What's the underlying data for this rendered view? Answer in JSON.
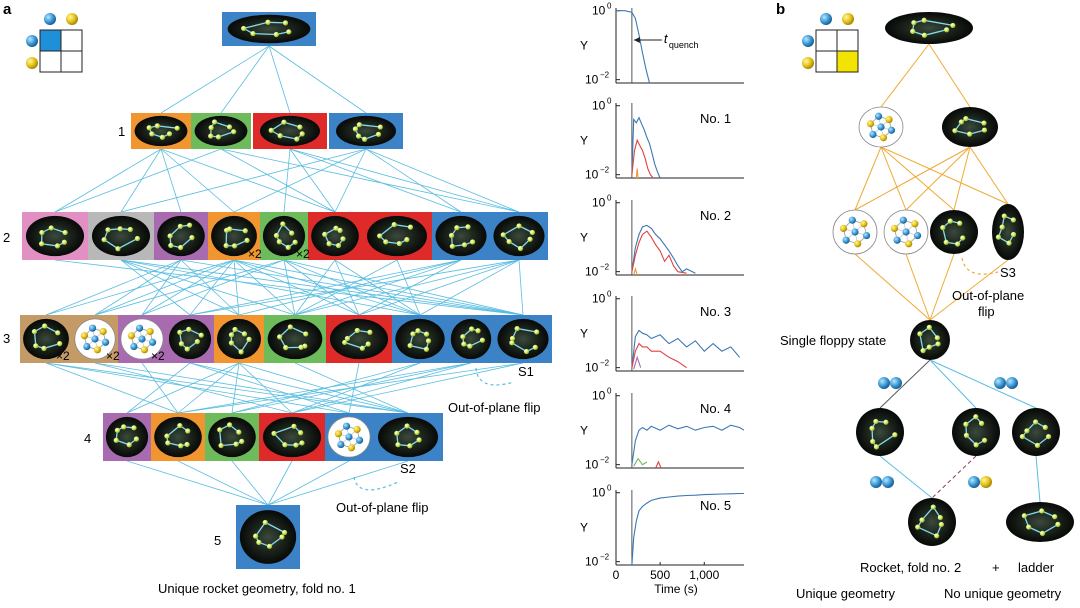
{
  "panel_a": {
    "letter": "a",
    "level_labels": [
      "1",
      "2",
      "3",
      "4",
      "5"
    ],
    "multiplicities": [
      "×2",
      "×2",
      "×2",
      "×2",
      "×2"
    ],
    "state_labels": {
      "s1": "S1",
      "s2": "S2"
    },
    "flip_captions": [
      "Out-of-plane flip",
      "Out-of-plane flip"
    ],
    "caption": "Unique rocket geometry, fold no. 1"
  },
  "panel_b": {
    "letter": "b",
    "state_label": "S3",
    "flip_caption": [
      "Out-of-plane",
      "flip"
    ],
    "floppy_label": "Single floppy state",
    "rocket_label": "Rocket, fold no. 2",
    "plus": "+",
    "ladder_label": "ladder",
    "unique_label": "Unique geometry",
    "no_unique_label": "No unique geometry"
  },
  "colors": {
    "pink": "#e28fc3",
    "gray": "#b8b8b8",
    "purple": "#a86bb0",
    "orange": "#f0952f",
    "green": "#6dbb5a",
    "red": "#df2a2a",
    "blue": "#3b83c6",
    "sand": "#c49a66",
    "edge_blue": "#58bde0",
    "edge_orange": "#efaa35",
    "trace_blue": "#3a78b5",
    "trace_red": "#e04141",
    "yellow_cell": "#f2e400"
  },
  "chart_data": {
    "type": "line",
    "xlabel": "Time (s)",
    "ylabel": "Y",
    "xticks": [
      "0",
      "500",
      "1,000"
    ],
    "xlim": [
      0,
      1450
    ],
    "ylim": [
      0.008,
      1.2
    ],
    "yscale": "log",
    "ytick_labels": [
      "10",
      "0",
      "10",
      "−2"
    ],
    "t_quench": 180,
    "quench_label_main": "t",
    "quench_label_sub": "quench",
    "panels": [
      {
        "label": "",
        "series": [
          {
            "color": "blue",
            "x": [
              0,
              100,
              180,
              220,
              260,
              300,
              340,
              380
            ],
            "y": [
              1.0,
              1.0,
              0.9,
              0.6,
              0.2,
              0.06,
              0.02,
              0.008
            ]
          }
        ]
      },
      {
        "label": "No. 1",
        "series": [
          {
            "color": "blue",
            "x": [
              180,
              200,
              230,
              260,
              290,
              320,
              350,
              380,
              410,
              440,
              470,
              500
            ],
            "y": [
              0.01,
              0.4,
              0.32,
              0.45,
              0.3,
              0.2,
              0.12,
              0.08,
              0.04,
              0.02,
              0.012,
              0.008
            ]
          },
          {
            "color": "red",
            "x": [
              180,
              210,
              240,
              270,
              300,
              330,
              360,
              390,
              420
            ],
            "y": [
              0.01,
              0.05,
              0.1,
              0.07,
              0.05,
              0.03,
              0.015,
              0.01,
              0.008
            ]
          },
          {
            "color": "orange",
            "x": [
              230,
              240,
              250
            ],
            "y": [
              0.008,
              0.015,
              0.008
            ]
          }
        ]
      },
      {
        "label": "No. 2",
        "series": [
          {
            "color": "blue",
            "x": [
              180,
              220,
              260,
              300,
              350,
              400,
              450,
              500,
              550,
              600,
              650,
              700,
              750,
              800,
              900
            ],
            "y": [
              0.01,
              0.05,
              0.12,
              0.2,
              0.22,
              0.18,
              0.12,
              0.09,
              0.06,
              0.04,
              0.025,
              0.015,
              0.01,
              0.012,
              0.009
            ]
          },
          {
            "color": "red",
            "x": [
              180,
              220,
              260,
              300,
              350,
              400,
              450,
              500,
              550,
              600,
              650,
              700,
              800
            ],
            "y": [
              0.01,
              0.03,
              0.07,
              0.12,
              0.15,
              0.1,
              0.06,
              0.04,
              0.02,
              0.03,
              0.015,
              0.01,
              0.009
            ]
          },
          {
            "color": "orange",
            "x": [
              200,
              220,
              240
            ],
            "y": [
              0.008,
              0.012,
              0.008
            ]
          }
        ]
      },
      {
        "label": "No. 3",
        "series": [
          {
            "color": "blue",
            "x": [
              180,
              220,
              260,
              300,
              350,
              400,
              500,
              600,
              700,
              800,
              900,
              1000,
              1100,
              1200,
              1300,
              1400
            ],
            "y": [
              0.01,
              0.08,
              0.12,
              0.1,
              0.09,
              0.07,
              0.09,
              0.05,
              0.07,
              0.04,
              0.06,
              0.03,
              0.05,
              0.03,
              0.04,
              0.02
            ]
          },
          {
            "color": "red",
            "x": [
              180,
              220,
              260,
              300,
              350,
              400,
              500,
              600,
              700,
              800
            ],
            "y": [
              0.01,
              0.03,
              0.05,
              0.04,
              0.04,
              0.03,
              0.03,
              0.02,
              0.015,
              0.01
            ]
          },
          {
            "color": "purple",
            "x": [
              200,
              240,
              280
            ],
            "y": [
              0.009,
              0.02,
              0.01
            ]
          }
        ]
      },
      {
        "label": "No. 4",
        "series": [
          {
            "color": "blue",
            "x": [
              180,
              220,
              260,
              300,
              350,
              400,
              500,
              600,
              700,
              800,
              900,
              1000,
              1100,
              1200,
              1300,
              1400,
              1450
            ],
            "y": [
              0.01,
              0.05,
              0.1,
              0.12,
              0.1,
              0.13,
              0.1,
              0.14,
              0.11,
              0.13,
              0.1,
              0.12,
              0.13,
              0.1,
              0.14,
              0.12,
              0.1
            ]
          },
          {
            "color": "green",
            "x": [
              200,
              250,
              300,
              350
            ],
            "y": [
              0.009,
              0.015,
              0.01,
              0.012
            ]
          },
          {
            "color": "red",
            "x": [
              450,
              480,
              510
            ],
            "y": [
              0.008,
              0.012,
              0.008
            ]
          }
        ]
      },
      {
        "label": "No. 5",
        "series": [
          {
            "color": "blue",
            "x": [
              180,
              200,
              230,
              260,
              300,
              350,
              400,
              500,
              600,
              700,
              800,
              900,
              1000,
              1100,
              1200,
              1300,
              1400,
              1450
            ],
            "y": [
              0.008,
              0.05,
              0.15,
              0.3,
              0.4,
              0.5,
              0.6,
              0.7,
              0.75,
              0.8,
              0.83,
              0.85,
              0.88,
              0.9,
              0.92,
              0.93,
              0.95,
              0.95
            ]
          }
        ]
      }
    ]
  }
}
